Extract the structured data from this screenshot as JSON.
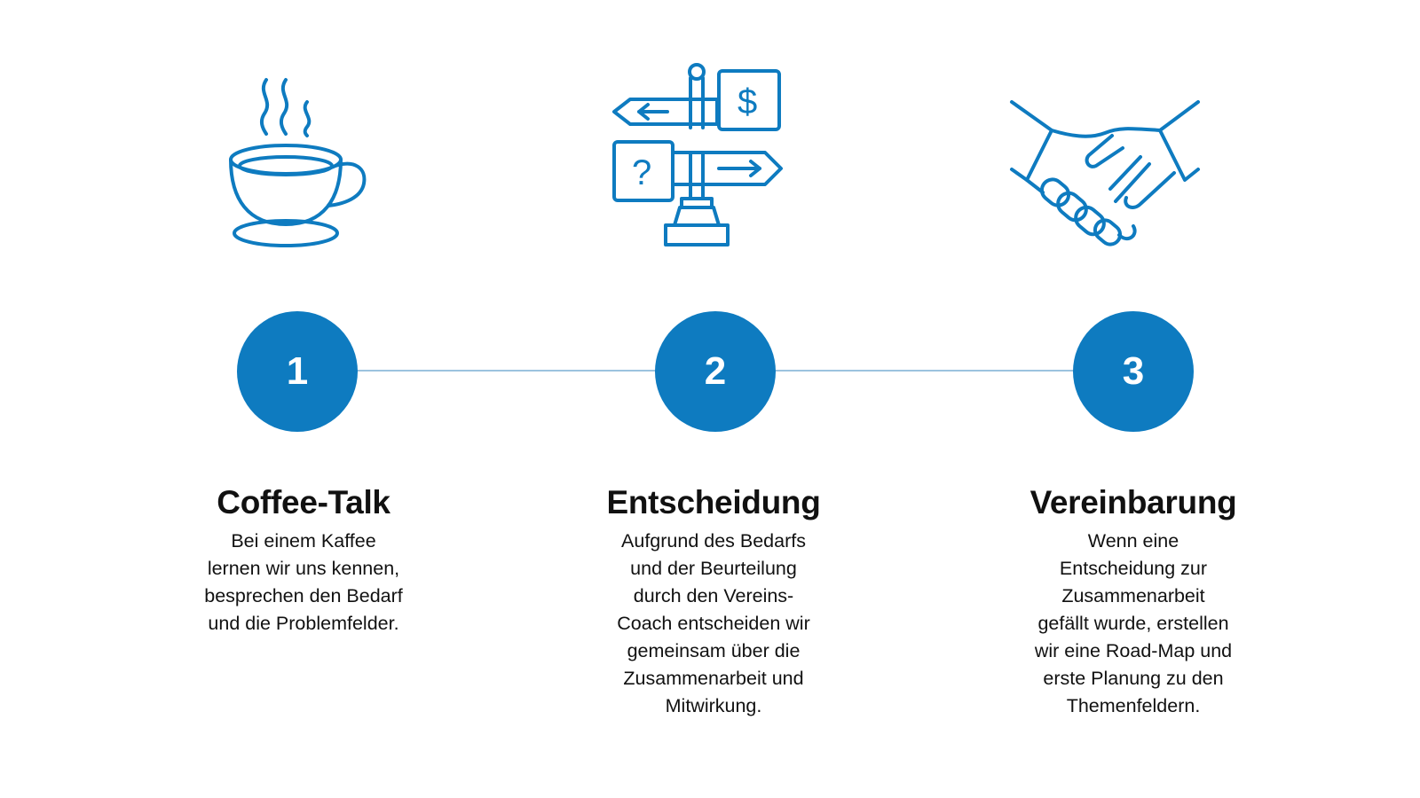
{
  "colors": {
    "accent": "#0e7bc0",
    "connector": "#9cc3df",
    "text": "#111111"
  },
  "steps": [
    {
      "number": "1",
      "icon": "coffee-cup-icon",
      "title": "Coffee-Talk",
      "description": [
        "Bei einem Kaffee",
        "lernen wir uns kennen,",
        "besprechen den Bedarf",
        "und die Problemfelder."
      ]
    },
    {
      "number": "2",
      "icon": "signpost-icon",
      "icon_glyphs": [
        "$",
        "?"
      ],
      "title": "Entscheidung",
      "description": [
        "Aufgrund des Bedarfs",
        "und der Beurteilung",
        "durch den Vereins-",
        "Coach entscheiden wir",
        "gemeinsam über die",
        "Zusammenarbeit und",
        "Mitwirkung."
      ]
    },
    {
      "number": "3",
      "icon": "handshake-icon",
      "title": "Vereinbarung",
      "description": [
        "Wenn eine",
        "Entscheidung zur",
        "Zusammenarbeit",
        "gefällt wurde, erstellen",
        "wir eine Road-Map und",
        "erste Planung zu den",
        "Themenfeldern."
      ]
    }
  ]
}
